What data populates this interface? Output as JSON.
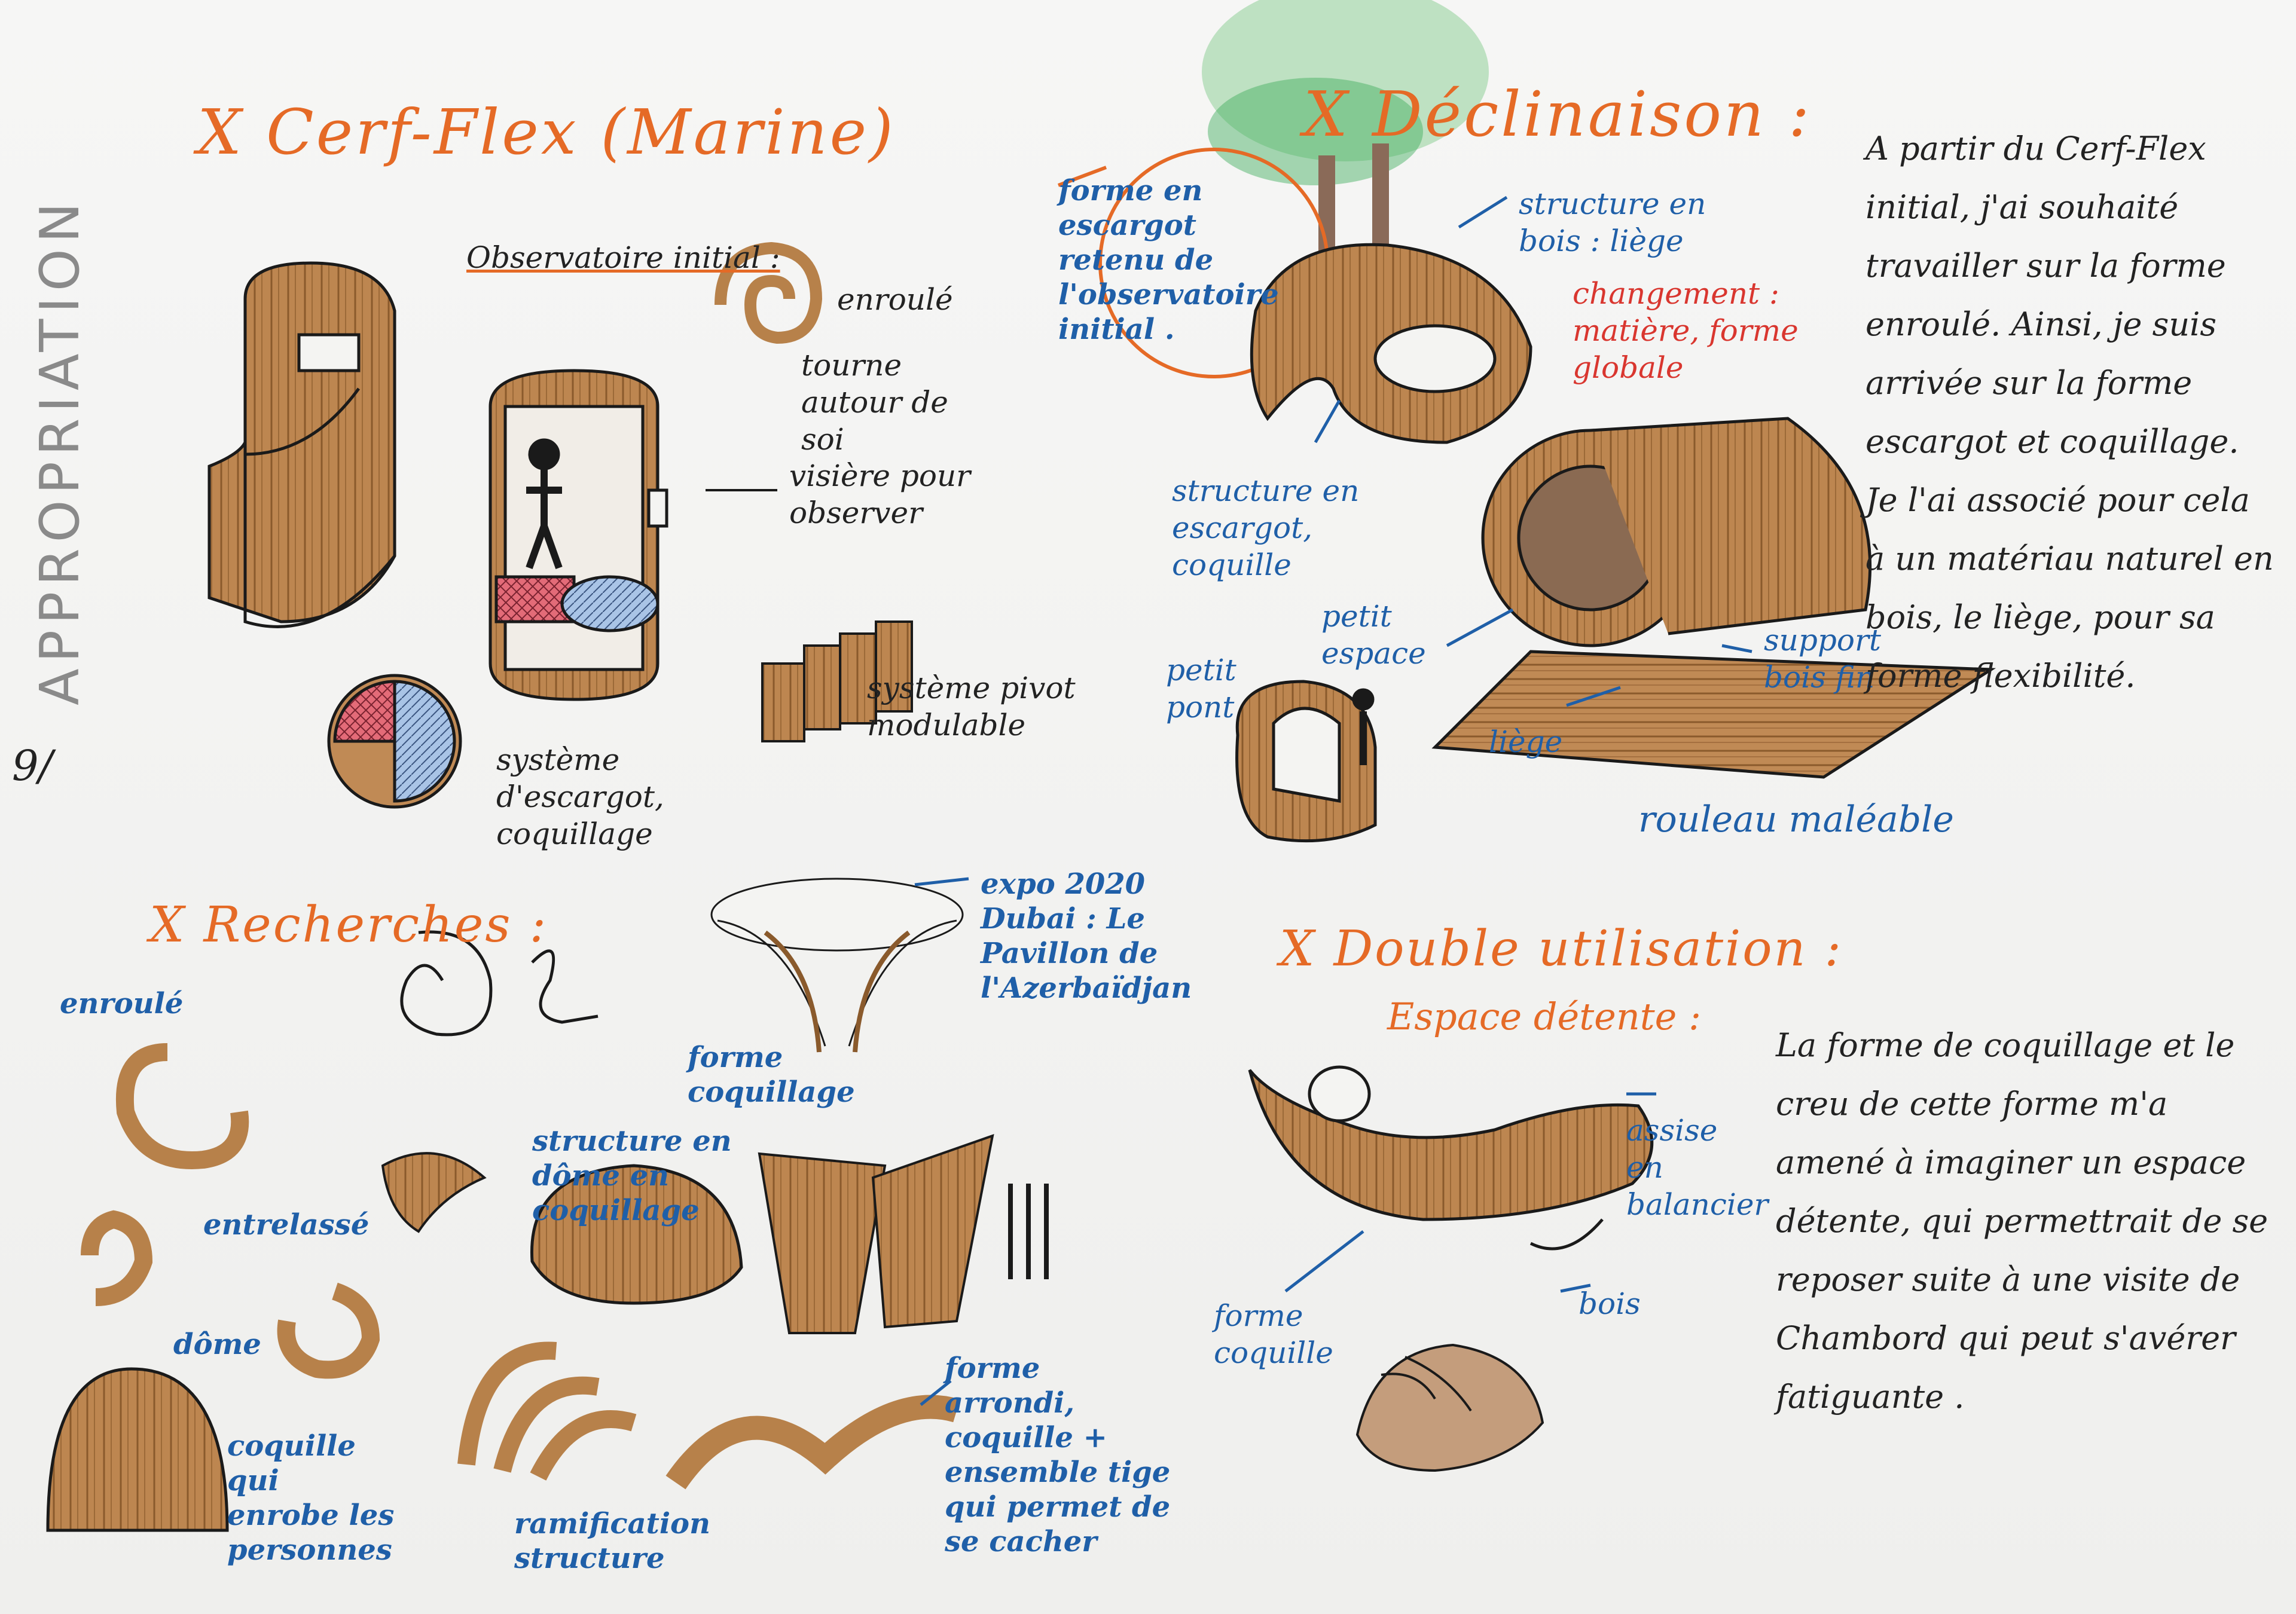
{
  "side_title": "APPROPRIATION",
  "page_number": "9/",
  "colors": {
    "wood": "#b7814a",
    "wood_dark": "#8a5a2c",
    "ink": "#1a1a1a",
    "orange": "#e56a26",
    "blue": "#1f5fa8",
    "red": "#d9362f",
    "green": "#3fae5a"
  },
  "section1": {
    "title": "X Cerf-Flex (Marine)",
    "observatoire": "Observatoire initial :",
    "enroule": "enroulé",
    "tourne": "tourne autour de soi",
    "visiere": "visière pour observer",
    "systeme_escargot": "système d'escargot, coquillage",
    "systeme_pivot": "système pivot modulable"
  },
  "section2": {
    "title": "X Déclinaison :",
    "forme_escargot": "forme en escargot retenu de l'observatoire initial .",
    "structure_bois": "structure en bois : liège",
    "changement": "changement : matière, forme globale",
    "structure_escargot": "structure en escargot, coquille",
    "petit_espace": "petit espace",
    "petit_pont": "petit pont",
    "support": "support bois fin",
    "liege": "liège",
    "rouleau": "rouleau maléable"
  },
  "side_paragraph": "A partir du Cerf-Flex initial, j'ai souhaité travailler sur la forme enroulé. Ainsi, je suis arrivée sur la forme escargot et coquillage. Je l'ai associé pour cela à un matériau naturel en bois, le liège, pour sa forme flexibilité.",
  "section3": {
    "title": "X Recherches :",
    "enroule": "enroulé",
    "entrelasse": "entrelassé",
    "dome": "dôme",
    "coquille_enrobe": "coquille qui enrobe les personnes",
    "forme_coquillage": "forme coquillage",
    "structure_dome": "structure en dôme en coquillage",
    "expo": "expo 2020 Dubai : Le Pavillon de l'Azerbaïdjan",
    "forme_arrondi": "forme arrondi, coquille + ensemble tige qui permet de se cacher",
    "ramification": "ramification structure"
  },
  "section4": {
    "title": "X Double utilisation :",
    "subtitle": "Espace détente :",
    "assise": "assise en balancier",
    "bois": "bois",
    "forme_coquille": "forme coquille",
    "paragraph": "La forme de coquillage et le creu de cette forme m'a amené à imaginer un espace détente, qui permettrait de se reposer suite à une visite de Chambord qui peut s'avérer fatiguante ."
  }
}
